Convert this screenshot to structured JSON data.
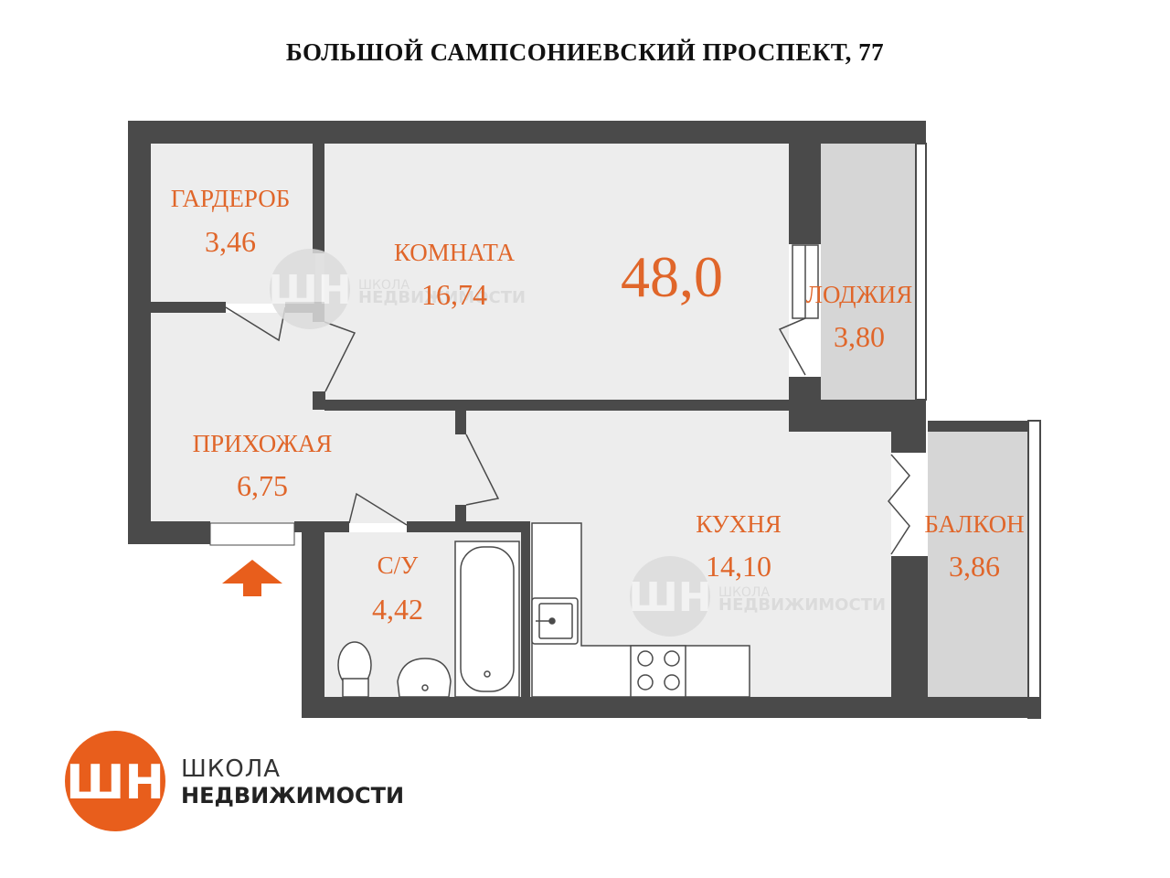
{
  "title": "БОЛЬШОЙ САМПСОНИЕВСКИЙ ПРОСПЕКТ, 77",
  "total_area": "48,0",
  "rooms": {
    "wardrobe": {
      "name": "ГАРДЕРОБ",
      "area": "3,46"
    },
    "room": {
      "name": "КОМНАТА",
      "area": "16,74"
    },
    "loggia": {
      "name": "ЛОДЖИЯ",
      "area": "3,80"
    },
    "hallway": {
      "name": "ПРИХОЖАЯ",
      "area": "6,75"
    },
    "kitchen": {
      "name": "КУХНЯ",
      "area": "14,10"
    },
    "bathroom": {
      "name": "С/У",
      "area": "4,42"
    },
    "balcony": {
      "name": "БАЛКОН",
      "area": "3,86"
    }
  },
  "watermark": {
    "line1": "ШКОЛА",
    "line2": "НЕДВИЖИМОСТИ",
    "mark": "ШН"
  },
  "logo": {
    "mark": "ШН",
    "line1": "ШКОЛА",
    "line2": "НЕДВИЖИМОСТИ"
  },
  "colors": {
    "accent": "#e0662a",
    "logo": "#e85e1c",
    "wall": "#4a4a4a",
    "floor": "#ededed",
    "outdoor": "#d6d6d6"
  },
  "icons": {
    "entrance": "entrance-arrow-icon",
    "toilet": "toilet-icon",
    "washbasin": "washbasin-icon",
    "bathtub": "bathtub-icon",
    "sink": "kitchen-sink-icon",
    "stove": "stove-icon"
  }
}
